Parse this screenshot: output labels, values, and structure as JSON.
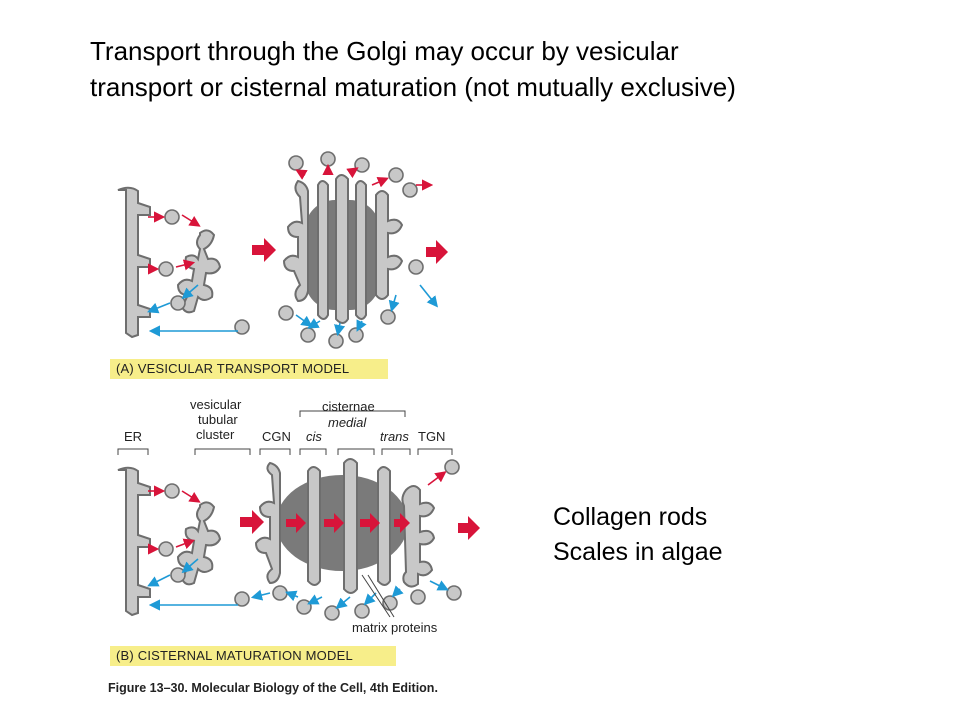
{
  "title": {
    "line1": "Transport through the Golgi may occur by vesicular",
    "line2": "transport or cisternal maturation (not mutually exclusive)"
  },
  "notes": {
    "item1": "Collagen rods",
    "item2": "Scales in algae"
  },
  "panel_a": {
    "banner": "(A) VESICULAR TRANSPORT MODEL"
  },
  "panel_b": {
    "banner": "(B) CISTERNAL MATURATION MODEL",
    "labels": {
      "er": "ER",
      "vtc_1": "vesicular",
      "vtc_2": "tubular",
      "vtc_3": "cluster",
      "cisternae": "cisternae",
      "medial": "medial",
      "cgn": "CGN",
      "cis": "cis",
      "trans": "trans",
      "tgn": "TGN",
      "matrix_proteins": "matrix proteins"
    }
  },
  "caption": "Figure 13–30. Molecular Biology of the Cell, 4th Edition.",
  "colors": {
    "membrane_fill": "#c8c8c8",
    "membrane_stroke": "#6e6e6e",
    "matrix": "#7a7a7a",
    "anterograde_arrow": "#d8143a",
    "retrograde_arrow": "#1e9ad6",
    "banner": "#f7ee8a"
  }
}
